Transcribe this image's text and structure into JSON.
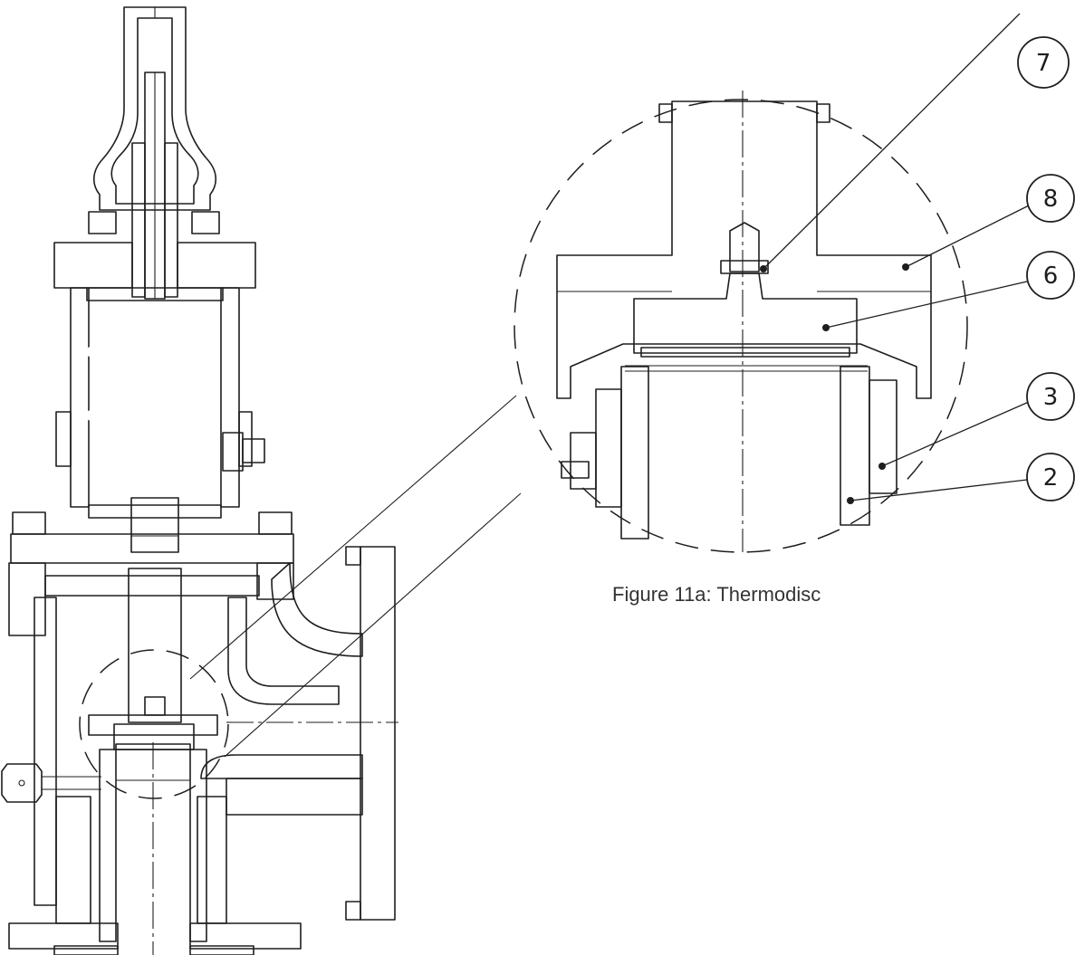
{
  "figure": {
    "caption": "Figure 11a: Thermodisc"
  },
  "callouts": [
    {
      "number": "7"
    },
    {
      "number": "8"
    },
    {
      "number": "6"
    },
    {
      "number": "3"
    },
    {
      "number": "2"
    }
  ],
  "colors": {
    "line": "#1e1e1e",
    "caption_text": "#333333",
    "background": "#ffffff"
  }
}
